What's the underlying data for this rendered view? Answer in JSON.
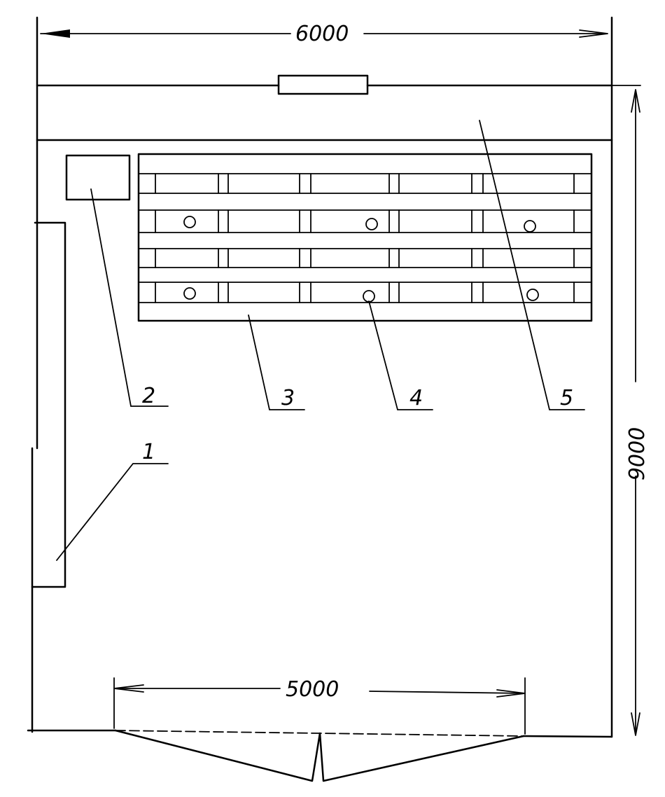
{
  "dimensions": {
    "top_width": "6000",
    "right_height": "9000",
    "bottom_opening": "5000"
  },
  "callouts": [
    {
      "id": "1",
      "text": "1"
    },
    {
      "id": "2",
      "text": "2"
    },
    {
      "id": "3",
      "text": "3"
    },
    {
      "id": "4",
      "text": "4"
    },
    {
      "id": "5",
      "text": "5"
    }
  ]
}
